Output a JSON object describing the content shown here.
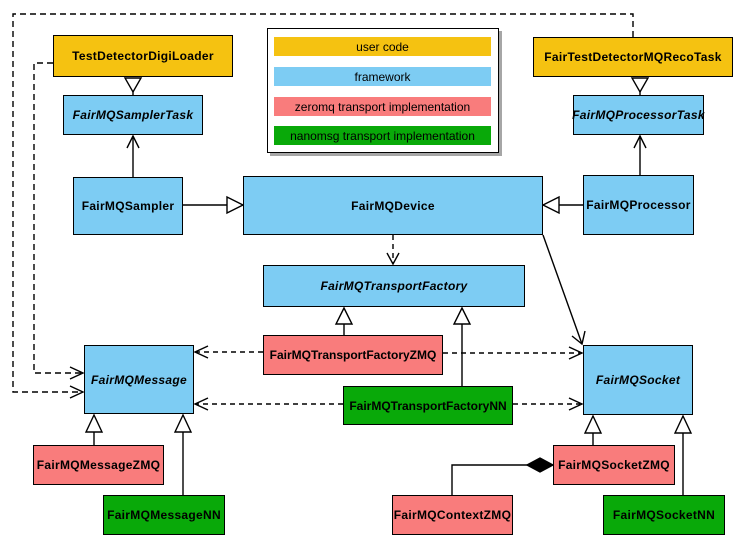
{
  "legend": {
    "items": [
      {
        "label": "user code",
        "color": "#F5C211",
        "category": "user"
      },
      {
        "label": "framework",
        "color": "#7DCCF3",
        "category": "framework"
      },
      {
        "label": "zeromq transport implementation",
        "color": "#F97C7C",
        "category": "zeromq"
      },
      {
        "label": "nanomsg transport implementation",
        "color": "#09A909",
        "category": "nanomsg"
      }
    ]
  },
  "classes": [
    {
      "label": "TestDetectorDigiLoader",
      "category": "user",
      "abstract": false
    },
    {
      "label": "FairTestDetectorMQRecoTask",
      "category": "user",
      "abstract": false
    },
    {
      "label": "FairMQSamplerTask",
      "category": "framework",
      "abstract": true
    },
    {
      "label": "FairMQProcessorTask",
      "category": "framework",
      "abstract": true
    },
    {
      "label": "FairMQSampler",
      "category": "framework",
      "abstract": false
    },
    {
      "label": "FairMQDevice",
      "category": "framework",
      "abstract": false
    },
    {
      "label": "FairMQProcessor",
      "category": "framework",
      "abstract": false
    },
    {
      "label": "FairMQTransportFactory",
      "category": "framework",
      "abstract": true
    },
    {
      "label": "FairMQTransportFactoryZMQ",
      "category": "zeromq",
      "abstract": false
    },
    {
      "label": "FairMQTransportFactoryNN",
      "category": "nanomsg",
      "abstract": false
    },
    {
      "label": "FairMQMessage",
      "category": "framework",
      "abstract": true
    },
    {
      "label": "FairMQSocket",
      "category": "framework",
      "abstract": true
    },
    {
      "label": "FairMQMessageZMQ",
      "category": "zeromq",
      "abstract": false
    },
    {
      "label": "FairMQMessageNN",
      "category": "nanomsg",
      "abstract": false
    },
    {
      "label": "FairMQSocketZMQ",
      "category": "zeromq",
      "abstract": false
    },
    {
      "label": "FairMQContextZMQ",
      "category": "zeromq",
      "abstract": false
    },
    {
      "label": "FairMQSocketNN",
      "category": "nanomsg",
      "abstract": false
    }
  ],
  "relations": [
    {
      "from": "TestDetectorDigiLoader",
      "to": "FairMQSamplerTask",
      "type": "inheritance"
    },
    {
      "from": "FairTestDetectorMQRecoTask",
      "to": "FairMQProcessorTask",
      "type": "inheritance"
    },
    {
      "from": "FairMQSampler",
      "to": "FairMQSamplerTask",
      "type": "association"
    },
    {
      "from": "FairMQProcessor",
      "to": "FairMQProcessorTask",
      "type": "association"
    },
    {
      "from": "FairMQSampler",
      "to": "FairMQDevice",
      "type": "inheritance"
    },
    {
      "from": "FairMQProcessor",
      "to": "FairMQDevice",
      "type": "inheritance"
    },
    {
      "from": "FairMQDevice",
      "to": "FairMQTransportFactory",
      "type": "dependency-dashed"
    },
    {
      "from": "FairMQDevice",
      "to": "FairMQSocket",
      "type": "association"
    },
    {
      "from": "FairMQTransportFactoryZMQ",
      "to": "FairMQTransportFactory",
      "type": "inheritance"
    },
    {
      "from": "FairMQTransportFactoryNN",
      "to": "FairMQTransportFactory",
      "type": "inheritance"
    },
    {
      "from": "FairMQTransportFactoryZMQ",
      "to": "FairMQMessage",
      "type": "dependency-dashed"
    },
    {
      "from": "FairMQTransportFactoryZMQ",
      "to": "FairMQSocket",
      "type": "dependency-dashed"
    },
    {
      "from": "FairMQTransportFactoryNN",
      "to": "FairMQMessage",
      "type": "dependency-dashed"
    },
    {
      "from": "FairMQTransportFactoryNN",
      "to": "FairMQSocket",
      "type": "dependency-dashed"
    },
    {
      "from": "TestDetectorDigiLoader",
      "to": "FairMQMessage",
      "type": "dependency-dashed"
    },
    {
      "from": "FairTestDetectorMQRecoTask",
      "to": "FairMQMessage",
      "type": "dependency-dashed"
    },
    {
      "from": "FairMQMessageZMQ",
      "to": "FairMQMessage",
      "type": "inheritance"
    },
    {
      "from": "FairMQMessageNN",
      "to": "FairMQMessage",
      "type": "inheritance"
    },
    {
      "from": "FairMQSocketZMQ",
      "to": "FairMQSocket",
      "type": "inheritance"
    },
    {
      "from": "FairMQSocketNN",
      "to": "FairMQSocket",
      "type": "inheritance"
    },
    {
      "from": "FairMQContextZMQ",
      "to": "FairMQSocketZMQ",
      "type": "composition"
    }
  ],
  "colors": {
    "user_code": "#F5C211",
    "framework": "#7DCCF3",
    "zeromq": "#F97C7C",
    "nanomsg": "#09A909",
    "line": "#000000",
    "background": "#FFFFFF"
  }
}
